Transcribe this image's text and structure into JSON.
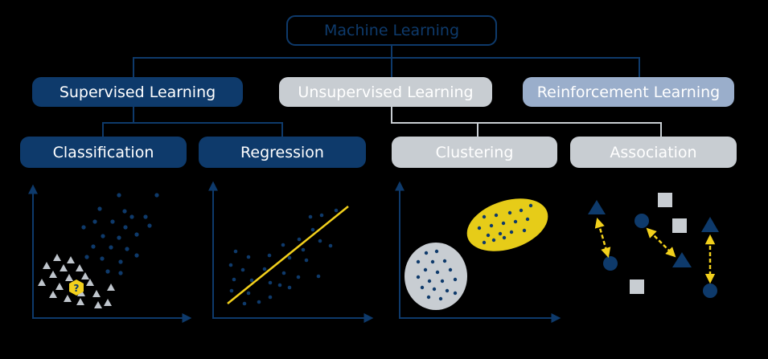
{
  "diagram": {
    "root": "Machine Learning",
    "categories": [
      {
        "label": "Supervised Learning",
        "subtypes": [
          "Classification",
          "Regression"
        ]
      },
      {
        "label": "Unsupervised Learning",
        "subtypes": [
          "Clustering",
          "Association"
        ]
      },
      {
        "label": "Reinforcement Learning",
        "subtypes": []
      }
    ],
    "unknown_marker": "?"
  },
  "colors": {
    "navy": "#0e3a6b",
    "gray": "#c8cdd2",
    "light_blue": "#9aaecb",
    "yellow": "#f2d01c",
    "point_gray": "#bfc5cc"
  }
}
